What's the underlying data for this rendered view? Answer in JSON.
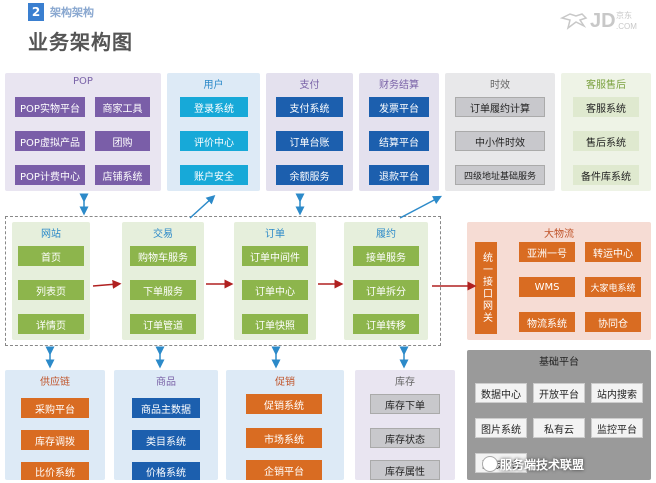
{
  "header": {
    "section_number": "2",
    "section_title": "架构架构",
    "page_title": "业务架构图",
    "logo_text": "JD",
    "logo_cn": "京东",
    "logo_com": ".COM"
  },
  "top_row": {
    "pop": {
      "title": "POP",
      "items": [
        "POP实物平台",
        "商家工具",
        "POP虚拟产品",
        "团购",
        "POP计费中心",
        "店铺系统"
      ]
    },
    "user": {
      "title": "用户",
      "items": [
        "登录系统",
        "评价中心",
        "账户安全"
      ]
    },
    "pay": {
      "title": "支付",
      "items": [
        "支付系统",
        "订单台账",
        "余额服务"
      ]
    },
    "finance": {
      "title": "财务结算",
      "items": [
        "发票平台",
        "结算平台",
        "退款平台"
      ]
    },
    "timeliness": {
      "title": "时效",
      "items": [
        "订单履约计算",
        "中小件时效",
        "四级地址基础服务"
      ]
    },
    "service": {
      "title": "客服售后",
      "items": [
        "客服系统",
        "售后系统",
        "备件库系统"
      ]
    }
  },
  "middle_row": {
    "site": {
      "title": "网站",
      "items": [
        "首页",
        "列表页",
        "详情页"
      ]
    },
    "trade": {
      "title": "交易",
      "items": [
        "购物车服务",
        "下单服务",
        "订单管道"
      ]
    },
    "order": {
      "title": "订单",
      "items": [
        "订单中间件",
        "订单中心",
        "订单快照"
      ]
    },
    "fulfill": {
      "title": "履约",
      "items": [
        "接单服务",
        "订单拆分",
        "订单转移"
      ]
    }
  },
  "logistics": {
    "title": "大物流",
    "gateway": "统一接口网关",
    "items": [
      "亚洲一号",
      "转运中心",
      "WMS",
      "大家电系统",
      "物流系统",
      "协同仓"
    ]
  },
  "bottom_row": {
    "supply": {
      "title": "供应链",
      "items": [
        "采购平台",
        "库存调拨",
        "比价系统"
      ]
    },
    "goods": {
      "title": "商品",
      "items": [
        "商品主数据",
        "类目系统",
        "价格系统"
      ]
    },
    "promo": {
      "title": "促销",
      "items": [
        "促销系统",
        "市场系统",
        "企销平台"
      ]
    },
    "stock": {
      "title": "库存",
      "items": [
        "库存下单",
        "库存状态",
        "库存属性"
      ]
    }
  },
  "base": {
    "title": "基础平台",
    "items": [
      "数据中心",
      "开放平台",
      "站内搜索",
      "图片系统",
      "私有云",
      "监控平台",
      "日志平台"
    ]
  },
  "watermark": "服务端技术联盟"
}
